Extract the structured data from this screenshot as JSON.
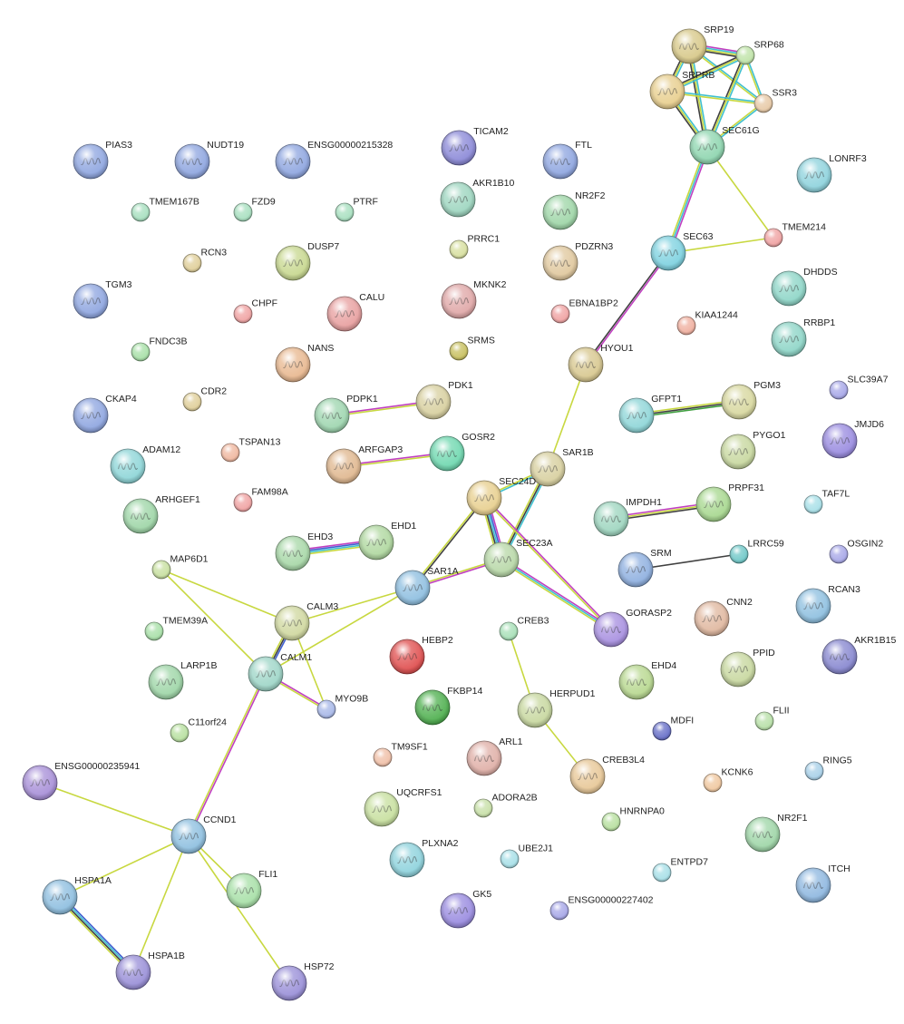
{
  "network": {
    "nodes": [
      {
        "id": "SRP19",
        "color": "#d8c98a",
        "structure": true
      },
      {
        "id": "SRP68",
        "color": "#bfe3a8",
        "structure": false
      },
      {
        "id": "SRPRB",
        "color": "#e8cf8f",
        "structure": true
      },
      {
        "id": "SSR3",
        "color": "#e7c9a6",
        "structure": false
      },
      {
        "id": "SEC61G",
        "color": "#8fd6b0",
        "structure": true
      },
      {
        "id": "LONRF3",
        "color": "#8fd3dd",
        "structure": true
      },
      {
        "id": "TMEM214",
        "color": "#f0a3a3",
        "structure": false
      },
      {
        "id": "SEC63",
        "color": "#7fd2e0",
        "structure": true
      },
      {
        "id": "PIAS3",
        "color": "#8fa6e0",
        "structure": true
      },
      {
        "id": "NUDT19",
        "color": "#8fa6e0",
        "structure": true
      },
      {
        "id": "ENSG00000215328",
        "color": "#8fa6e0",
        "structure": true
      },
      {
        "id": "TICAM2",
        "color": "#8c8ad8",
        "structure": true
      },
      {
        "id": "FTL",
        "color": "#8fa6e0",
        "structure": true
      },
      {
        "id": "AKR1B10",
        "color": "#9ed6c0",
        "structure": true
      },
      {
        "id": "NR2F2",
        "color": "#9fd6a8",
        "structure": true
      },
      {
        "id": "TMEM167B",
        "color": "#a8e0c0",
        "structure": false
      },
      {
        "id": "FZD9",
        "color": "#a8e0c0",
        "structure": false
      },
      {
        "id": "PTRF",
        "color": "#a8e0c0",
        "structure": false
      },
      {
        "id": "RCN3",
        "color": "#e0cf9a",
        "structure": false
      },
      {
        "id": "DUSP7",
        "color": "#c8d890",
        "structure": true
      },
      {
        "id": "PRRC1",
        "color": "#d8e0a0",
        "structure": false
      },
      {
        "id": "PDZRN3",
        "color": "#e0c89e",
        "structure": true
      },
      {
        "id": "DHDDS",
        "color": "#8fd6c8",
        "structure": true
      },
      {
        "id": "TGM3",
        "color": "#8fa6e0",
        "structure": true
      },
      {
        "id": "CHPF",
        "color": "#f0a3a3",
        "structure": false
      },
      {
        "id": "CALU",
        "color": "#e8a0a0",
        "structure": true
      },
      {
        "id": "MKNK2",
        "color": "#e0a8a8",
        "structure": true
      },
      {
        "id": "EBNA1BP2",
        "color": "#f0a3a3",
        "structure": false
      },
      {
        "id": "KIAA1244",
        "color": "#f0b0a0",
        "structure": false
      },
      {
        "id": "RRBP1",
        "color": "#8fd6c8",
        "structure": true
      },
      {
        "id": "FNDC3B",
        "color": "#a8e0a8",
        "structure": false
      },
      {
        "id": "NANS",
        "color": "#e8b890",
        "structure": true
      },
      {
        "id": "SRMS",
        "color": "#c8c060",
        "structure": false
      },
      {
        "id": "HYOU1",
        "color": "#d8c890",
        "structure": true
      },
      {
        "id": "CKAP4",
        "color": "#8fa6e0",
        "structure": true
      },
      {
        "id": "CDR2",
        "color": "#e0cf9a",
        "structure": false
      },
      {
        "id": "PDPK1",
        "color": "#9fd6b0",
        "structure": true
      },
      {
        "id": "PDK1",
        "color": "#d8d0a0",
        "structure": true
      },
      {
        "id": "GFPT1",
        "color": "#8fd6d8",
        "structure": true
      },
      {
        "id": "PGM3",
        "color": "#d8d8a0",
        "structure": true
      },
      {
        "id": "SLC39A7",
        "color": "#a8a8e8",
        "structure": false
      },
      {
        "id": "JMJD6",
        "color": "#9a8ce0",
        "structure": true
      },
      {
        "id": "ADAM12",
        "color": "#8fd6d8",
        "structure": true
      },
      {
        "id": "TSPAN13",
        "color": "#f0b8a0",
        "structure": false
      },
      {
        "id": "ARFGAP3",
        "color": "#e0b890",
        "structure": true
      },
      {
        "id": "GOSR2",
        "color": "#70d8b0",
        "structure": true
      },
      {
        "id": "SAR1B",
        "color": "#d8d0a0",
        "structure": true
      },
      {
        "id": "PYGO1",
        "color": "#c8d8a0",
        "structure": true
      },
      {
        "id": "ARHGEF1",
        "color": "#9fd6a8",
        "structure": true
      },
      {
        "id": "FAM98A",
        "color": "#f0a3a3",
        "structure": false
      },
      {
        "id": "SEC24D",
        "color": "#e8d090",
        "structure": true
      },
      {
        "id": "IMPDH1",
        "color": "#9fd6c0",
        "structure": true
      },
      {
        "id": "PRPF31",
        "color": "#a8d890",
        "structure": true
      },
      {
        "id": "TAF7L",
        "color": "#a8e0e8",
        "structure": false
      },
      {
        "id": "EHD3",
        "color": "#a8d8a8",
        "structure": true
      },
      {
        "id": "EHD1",
        "color": "#b0d8a0",
        "structure": true
      },
      {
        "id": "SEC23A",
        "color": "#b8d8a8",
        "structure": true
      },
      {
        "id": "MAP6D1",
        "color": "#c8e0a0",
        "structure": false
      },
      {
        "id": "SAR1A",
        "color": "#8fbfe0",
        "structure": true
      },
      {
        "id": "SRM",
        "color": "#8fb0e0",
        "structure": true
      },
      {
        "id": "LRRC59",
        "color": "#70c8c8",
        "structure": false
      },
      {
        "id": "OSGIN2",
        "color": "#a8a8e8",
        "structure": false
      },
      {
        "id": "CALM3",
        "color": "#d0d8a0",
        "structure": true
      },
      {
        "id": "GORASP2",
        "color": "#a890e0",
        "structure": true
      },
      {
        "id": "CNN2",
        "color": "#e0b8a0",
        "structure": true
      },
      {
        "id": "RCAN3",
        "color": "#8fc0e0",
        "structure": true
      },
      {
        "id": "TMEM39A",
        "color": "#a8e0a8",
        "structure": false
      },
      {
        "id": "CREB3",
        "color": "#a8e0b8",
        "structure": false
      },
      {
        "id": "HEBP2",
        "color": "#e05050",
        "structure": true
      },
      {
        "id": "AKR1B15",
        "color": "#8888d0",
        "structure": true
      },
      {
        "id": "LARP1B",
        "color": "#9fd6a8",
        "structure": true
      },
      {
        "id": "CALM1",
        "color": "#9fd6c8",
        "structure": true
      },
      {
        "id": "EHD4",
        "color": "#b8d890",
        "structure": true
      },
      {
        "id": "PPID",
        "color": "#c8d8a0",
        "structure": true
      },
      {
        "id": "MYO9B",
        "color": "#a8b8e8",
        "structure": false
      },
      {
        "id": "FKBP14",
        "color": "#50b050",
        "structure": true
      },
      {
        "id": "HERPUD1",
        "color": "#c8d8a0",
        "structure": true
      },
      {
        "id": "C11orf24",
        "color": "#b8e0a0",
        "structure": false
      },
      {
        "id": "MDFI",
        "color": "#6870c8",
        "structure": false
      },
      {
        "id": "FLII",
        "color": "#b8e0a8",
        "structure": false
      },
      {
        "id": "TM9SF1",
        "color": "#f0c0a8",
        "structure": false
      },
      {
        "id": "ARL1",
        "color": "#e0b0a8",
        "structure": true
      },
      {
        "id": "ENSG00000235941",
        "color": "#a890d8",
        "structure": true
      },
      {
        "id": "CREB3L4",
        "color": "#e8c898",
        "structure": true
      },
      {
        "id": "RING5",
        "color": "#a8d0e8",
        "structure": false
      },
      {
        "id": "KCNK6",
        "color": "#f0c8a0",
        "structure": false
      },
      {
        "id": "UQCRFS1",
        "color": "#c8e0a0",
        "structure": true
      },
      {
        "id": "ADORA2B",
        "color": "#c8e0a8",
        "structure": false
      },
      {
        "id": "HNRNPA0",
        "color": "#b8e0a0",
        "structure": false
      },
      {
        "id": "CCND1",
        "color": "#8fc0e0",
        "structure": true
      },
      {
        "id": "NR2F1",
        "color": "#9fd6a8",
        "structure": true
      },
      {
        "id": "PLXNA2",
        "color": "#8fd3dd",
        "structure": true
      },
      {
        "id": "UBE2J1",
        "color": "#a8e0e8",
        "structure": false
      },
      {
        "id": "ENTPD7",
        "color": "#a8e0e8",
        "structure": false
      },
      {
        "id": "FLI1",
        "color": "#a8e0a8",
        "structure": true
      },
      {
        "id": "HSPA1A",
        "color": "#8fbfe0",
        "structure": true
      },
      {
        "id": "ITCH",
        "color": "#8fb8e0",
        "structure": true
      },
      {
        "id": "GK5",
        "color": "#9a8ce0",
        "structure": true
      },
      {
        "id": "ENSG00000227402",
        "color": "#a8a8e8",
        "structure": false
      },
      {
        "id": "HSPA1B",
        "color": "#9a90d8",
        "structure": true
      },
      {
        "id": "HSP72",
        "color": "#9a90d8",
        "structure": true
      }
    ],
    "edges": [
      {
        "source": "SRP19",
        "target": "SRP68",
        "colors": [
          "#c040c0",
          "#40c0d0",
          "#c8d840",
          "#404040"
        ]
      },
      {
        "source": "SRP19",
        "target": "SRPRB",
        "colors": [
          "#40c0d0",
          "#c8d840",
          "#404040"
        ]
      },
      {
        "source": "SRP19",
        "target": "SSR3",
        "colors": [
          "#40c0d0",
          "#c8d840"
        ]
      },
      {
        "source": "SRP19",
        "target": "SEC61G",
        "colors": [
          "#40c0d0",
          "#c8d840",
          "#404040"
        ]
      },
      {
        "source": "SRP68",
        "target": "SRPRB",
        "colors": [
          "#40c0d0",
          "#c8d840",
          "#404040"
        ]
      },
      {
        "source": "SRP68",
        "target": "SSR3",
        "colors": [
          "#40c0d0",
          "#c8d840"
        ]
      },
      {
        "source": "SRP68",
        "target": "SEC61G",
        "colors": [
          "#40c0d0",
          "#c8d840",
          "#404040"
        ]
      },
      {
        "source": "SRPRB",
        "target": "SSR3",
        "colors": [
          "#40c0d0",
          "#c8d840"
        ]
      },
      {
        "source": "SRPRB",
        "target": "SEC61G",
        "colors": [
          "#40c0d0",
          "#c8d840",
          "#404040"
        ]
      },
      {
        "source": "SSR3",
        "target": "SEC61G",
        "colors": [
          "#40c0d0",
          "#c8d840"
        ]
      },
      {
        "source": "SEC61G",
        "target": "SEC63",
        "colors": [
          "#c040c0",
          "#40c0d0",
          "#c8d840"
        ]
      },
      {
        "source": "SEC61G",
        "target": "TMEM214",
        "colors": [
          "#c8d840"
        ]
      },
      {
        "source": "SEC63",
        "target": "TMEM214",
        "colors": [
          "#c8d840"
        ]
      },
      {
        "source": "SEC63",
        "target": "HYOU1",
        "colors": [
          "#c040c0",
          "#404040"
        ]
      },
      {
        "source": "HYOU1",
        "target": "SAR1B",
        "colors": [
          "#c8d840"
        ]
      },
      {
        "source": "PDPK1",
        "target": "PDK1",
        "colors": [
          "#c040c0",
          "#c8d840"
        ]
      },
      {
        "source": "ARFGAP3",
        "target": "GOSR2",
        "colors": [
          "#c040c0",
          "#c8d840"
        ]
      },
      {
        "source": "GFPT1",
        "target": "PGM3",
        "colors": [
          "#c8d840",
          "#404040",
          "#40a040"
        ]
      },
      {
        "source": "SAR1B",
        "target": "SEC24D",
        "colors": [
          "#40c0d0",
          "#c8d840"
        ]
      },
      {
        "source": "SAR1B",
        "target": "SEC23A",
        "colors": [
          "#40c0d0",
          "#404040",
          "#c8d840"
        ]
      },
      {
        "source": "SEC24D",
        "target": "SEC23A",
        "colors": [
          "#c040c0",
          "#4060d0",
          "#40c0d0",
          "#404040",
          "#c8d840"
        ]
      },
      {
        "source": "SEC24D",
        "target": "SAR1A",
        "colors": [
          "#404040",
          "#c8d840"
        ]
      },
      {
        "source": "SEC24D",
        "target": "GORASP2",
        "colors": [
          "#c040c0",
          "#c8d840"
        ]
      },
      {
        "source": "SEC23A",
        "target": "SAR1A",
        "colors": [
          "#c040c0",
          "#c8d840"
        ]
      },
      {
        "source": "SEC23A",
        "target": "GORASP2",
        "colors": [
          "#c040c0",
          "#40c0d0",
          "#c8d840"
        ]
      },
      {
        "source": "IMPDH1",
        "target": "PRPF31",
        "colors": [
          "#c040c0",
          "#c8d840",
          "#404040"
        ]
      },
      {
        "source": "EHD3",
        "target": "EHD1",
        "colors": [
          "#c040c0",
          "#4060d0",
          "#40c0d0",
          "#c8d840"
        ]
      },
      {
        "source": "SRM",
        "target": "LRRC59",
        "colors": [
          "#404040"
        ]
      },
      {
        "source": "SAR1A",
        "target": "CALM3",
        "colors": [
          "#c8d840"
        ]
      },
      {
        "source": "SAR1A",
        "target": "CALM1",
        "colors": [
          "#c8d840"
        ]
      },
      {
        "source": "MAP6D1",
        "target": "CALM3",
        "colors": [
          "#c8d840"
        ]
      },
      {
        "source": "MAP6D1",
        "target": "CALM1",
        "colors": [
          "#c8d840"
        ]
      },
      {
        "source": "CALM3",
        "target": "CALM1",
        "colors": [
          "#4060d0",
          "#404040",
          "#c8d840"
        ]
      },
      {
        "source": "CALM3",
        "target": "MYO9B",
        "colors": [
          "#c8d840"
        ]
      },
      {
        "source": "CALM1",
        "target": "MYO9B",
        "colors": [
          "#c040c0",
          "#c8d840"
        ]
      },
      {
        "source": "CALM1",
        "target": "CCND1",
        "colors": [
          "#c040c0",
          "#c8d840"
        ]
      },
      {
        "source": "CREB3",
        "target": "HERPUD1",
        "colors": [
          "#c8d840"
        ]
      },
      {
        "source": "HERPUD1",
        "target": "CREB3L4",
        "colors": [
          "#c8d840"
        ]
      },
      {
        "source": "ENSG00000235941",
        "target": "CCND1",
        "colors": [
          "#c8d840"
        ]
      },
      {
        "source": "CCND1",
        "target": "HSPA1A",
        "colors": [
          "#c8d840"
        ]
      },
      {
        "source": "CCND1",
        "target": "HSPA1B",
        "colors": [
          "#c8d840"
        ]
      },
      {
        "source": "CCND1",
        "target": "FLI1",
        "colors": [
          "#c8d840"
        ]
      },
      {
        "source": "CCND1",
        "target": "HSP72",
        "colors": [
          "#c8d840"
        ]
      },
      {
        "source": "HSPA1A",
        "target": "HSPA1B",
        "colors": [
          "#4060d0",
          "#40c0d0",
          "#404040",
          "#c8d840"
        ]
      }
    ]
  }
}
